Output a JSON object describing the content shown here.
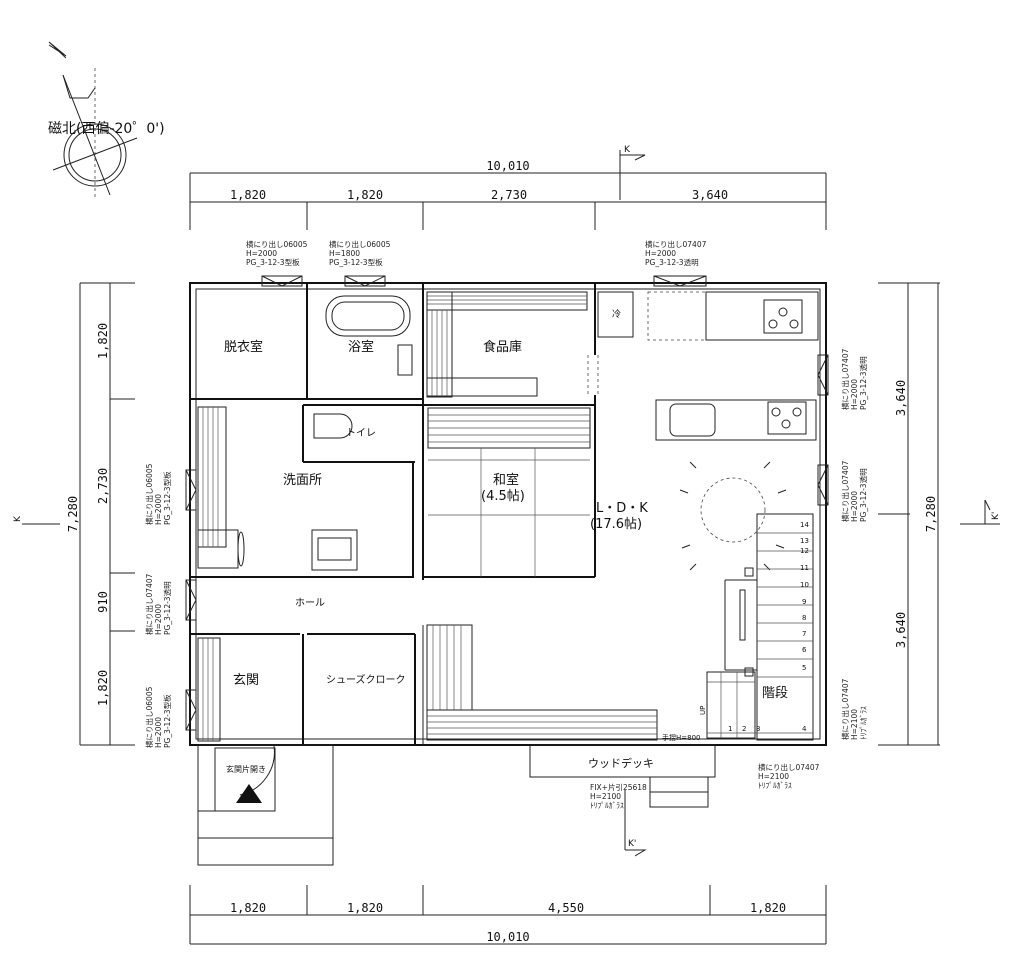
{
  "compass": {
    "label": "磁北(西偏-20゜0')"
  },
  "dimensions": {
    "top_total": "10,010",
    "top": [
      "1,820",
      "1,820",
      "2,730",
      "3,640"
    ],
    "bottom": [
      "1,820",
      "1,820",
      "4,550",
      "1,820"
    ],
    "bottom_total": "10,010",
    "left_total": "7,280",
    "left": [
      "1,820",
      "2,730",
      "910",
      "1,820"
    ],
    "right_total": "7,280",
    "right": [
      "3,640",
      "3,640"
    ]
  },
  "section_marks": {
    "k": "K",
    "k_prime": "K'"
  },
  "rooms": {
    "datsuishitsu": "脱衣室",
    "yokushitsu": "浴室",
    "shokuhinko": "食品庫",
    "toilet": "トイレ",
    "senmenjo": "洗面所",
    "washitsu": "和室",
    "washitsu_size": "(4.5帖)",
    "ldk": "L・D・K",
    "ldk_size": "(17.6帖)",
    "hall": "ホール",
    "genkan": "玄関",
    "shoes_cloak": "シューズクローク",
    "kaidan": "階段",
    "wood_deck": "ウッドデッキ",
    "fridge": "冷",
    "up": "UP",
    "genkan_door": "玄関片開き",
    "handrail": "手摺H=800"
  },
  "windows": {
    "w1": [
      "横にり出し06005",
      "H=2000",
      "PG_3-12-3型板"
    ],
    "w2": [
      "横にり出し06005",
      "H=1800",
      "PG_3-12-3型板"
    ],
    "w3": [
      "横にり出し07407",
      "H=2000",
      "PG_3-12-3透明"
    ],
    "w4": [
      "横にり出し07407",
      "H=2000",
      "PG_3-12-3透明"
    ],
    "w5": [
      "横にり出し07407",
      "H=2000",
      "PG_3-12-3透明"
    ],
    "w6": [
      "横にり出し07407",
      "H=2100",
      "ﾄﾘﾌﾟﾙｶﾞﾗｽ"
    ],
    "w7": [
      "横にり出し07407",
      "H=2100",
      "ﾄﾘﾌﾟﾙｶﾞﾗｽ"
    ],
    "w8": [
      "FIX+片引25618",
      "H=2100",
      "ﾄﾘﾌﾟﾙｶﾞﾗｽ"
    ],
    "wl1": [
      "横にり出し06005",
      "H=2000",
      "PG_3-12-3型板"
    ],
    "wl2": [
      "横にり出し07407",
      "H=2000",
      "PG_3-12-3透明"
    ],
    "wl3": [
      "横にり出し06005",
      "H=2000",
      "PG_3-12-3型板"
    ]
  },
  "stairs": {
    "steps": [
      "1",
      "2",
      "3",
      "4",
      "5",
      "6",
      "7",
      "8",
      "9",
      "10",
      "11",
      "12",
      "13",
      "14"
    ]
  }
}
